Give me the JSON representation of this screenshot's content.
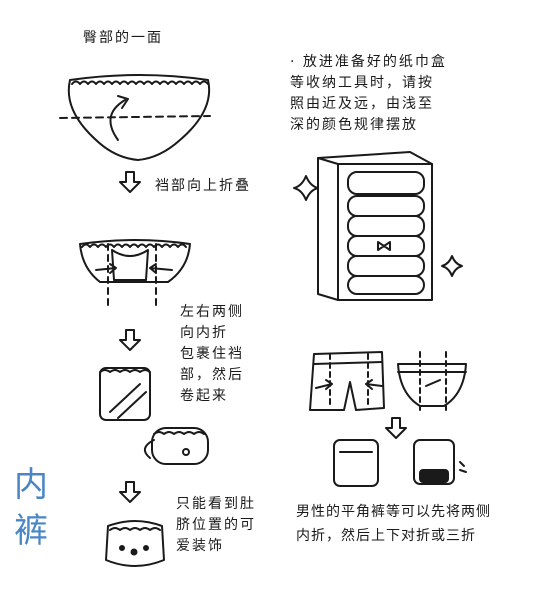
{
  "labels": {
    "butt_side": "臀部的一面",
    "crotch_fold_up": "裆部向上折叠",
    "fold_sides_in": "左右两侧\n向内折\n包裹住裆\n部，然后\n卷起来",
    "waist_decoration": "只能看到肚\n脐位置的可\n爱装饰",
    "storage_box": "· 放进准备好的纸巾盒\n  等收纳工具时，请按\n  照由近及远，由浅至\n  深的颜色规律摆放",
    "boxers_tip": "男性的平角裤等可以先将两侧\n内折，然后上下对折或三折"
  },
  "side_title": [
    "内",
    "裤"
  ],
  "colors": {
    "ink": "#1a1a1a",
    "title": "#4a86c6",
    "background": "#ffffff"
  },
  "icons": [
    "down-arrow-icon",
    "rotate-arrow-icon",
    "sparkle-icon",
    "fold-arrow-icon"
  ]
}
